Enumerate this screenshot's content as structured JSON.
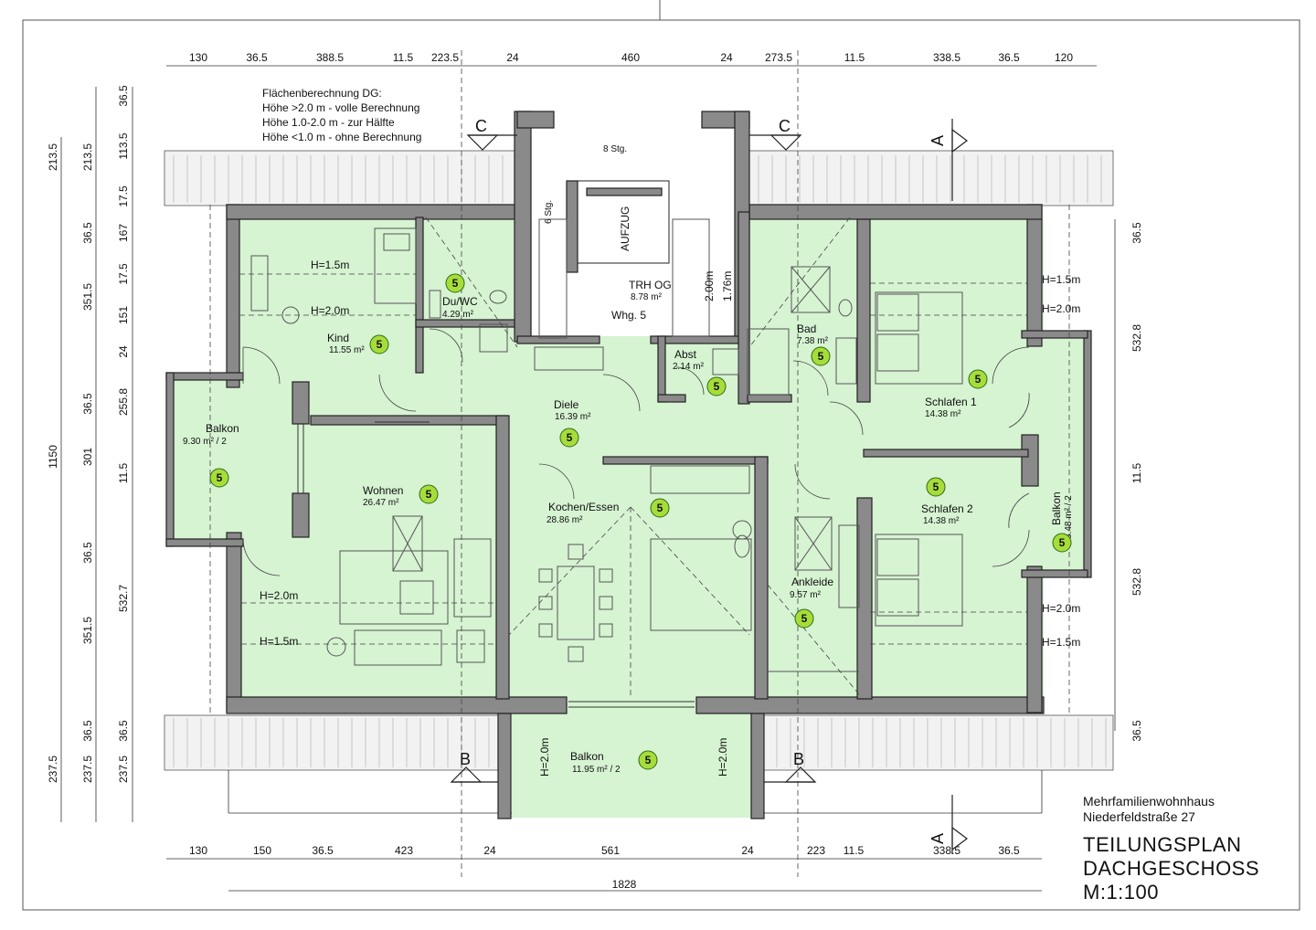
{
  "notes": {
    "title": "Flächenberechnung DG:",
    "line1": "Höhe >2.0 m - volle Berechnung",
    "line2": "Höhe 1.0-2.0 m - zur Hälfte",
    "line3": "Höhe <1.0 m - ohne Berechnung"
  },
  "dims_top": [
    "130",
    "36.5",
    "388.5",
    "11.5",
    "223.5",
    "24",
    "460",
    "24",
    "273.5",
    "11.5",
    "338.5",
    "36.5",
    "120"
  ],
  "dims_bottom": [
    "130",
    "150",
    "36.5",
    "423",
    "24",
    "561",
    "24",
    "223",
    "11.5",
    "338.5",
    "36.5"
  ],
  "dim_total_bottom": "1828",
  "dims_left_outer": [
    "213.5",
    "1150",
    "237.5"
  ],
  "dims_left_mid": [
    "213.5",
    "36.5",
    "351.5",
    "36.5",
    "301",
    "36.5",
    "351.5",
    "36.5",
    "237.5"
  ],
  "dims_left_inner": [
    "36.5",
    "113.5",
    "17.5",
    "167",
    "17.5",
    "151",
    "24",
    "255.8",
    "11.5",
    "532.7",
    "36.5",
    "237.5"
  ],
  "dims_right": [
    "36.5",
    "532.8",
    "11.5",
    "532.8",
    "36.5"
  ],
  "rooms": [
    {
      "name": "Kind",
      "area": "11.55 m²",
      "unit": "5"
    },
    {
      "name": "Du/WC",
      "area": "4.29 m²",
      "unit": "5"
    },
    {
      "name": "TRH OG",
      "area": "8.78 m²",
      "unit": ""
    },
    {
      "name": "Abst",
      "area": "2.14 m²",
      "unit": "5"
    },
    {
      "name": "Bad",
      "area": "7.38 m²",
      "unit": "5"
    },
    {
      "name": "Schlafen 1",
      "area": "14.38 m²",
      "unit": "5"
    },
    {
      "name": "Balkon",
      "area": "9.30 m² / 2",
      "unit": "5"
    },
    {
      "name": "Diele",
      "area": "16.39 m²",
      "unit": "5"
    },
    {
      "name": "Wohnen",
      "area": "26.47 m²",
      "unit": "5"
    },
    {
      "name": "Kochen/Essen",
      "area": "28.86 m²",
      "unit": "5"
    },
    {
      "name": "Schlafen 2",
      "area": "14.38 m²",
      "unit": "5"
    },
    {
      "name": "Balkon",
      "area": "8.48 m² / 2",
      "unit": "5"
    },
    {
      "name": "Ankleide",
      "area": "9.57 m²",
      "unit": "5"
    },
    {
      "name": "Balkon",
      "area": "11.95 m² / 2",
      "unit": "5"
    }
  ],
  "heights": {
    "h15": "H=1.5m",
    "h20": "H=2.0m",
    "h200": "2.00m",
    "h176": "1.76m"
  },
  "stair": {
    "steps8": "8 Stg.",
    "steps6": "6 Stg.",
    "lift": "AUFZUG",
    "whg": "Whg. 5"
  },
  "sections": {
    "a": "A",
    "b": "B",
    "c": "C"
  },
  "titleblock": {
    "project": "Mehrfamilienwohnhaus",
    "address": "Niederfeldstraße 27",
    "title1": "TEILUNGSPLAN",
    "title2": "DACHGESCHOSS",
    "scale": "M:1:100"
  },
  "colors": {
    "room_fill": "#d6f3d2",
    "wall": "#8a8a8a",
    "badge": "#a6dd3a"
  }
}
